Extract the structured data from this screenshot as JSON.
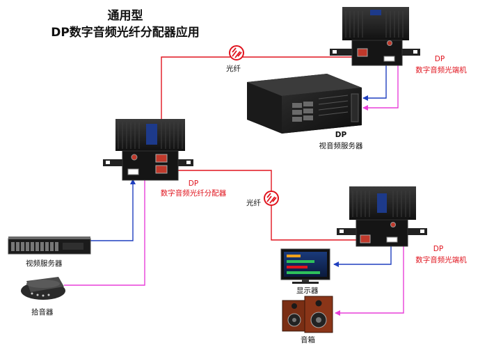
{
  "title": {
    "line1": "通用型",
    "line2": "DP数字音频光纤分配器应用"
  },
  "devices": {
    "distributor": {
      "model": "DP",
      "name": "数字音频光纤分配器"
    },
    "receiver_top": {
      "model": "DP",
      "name": "数字音频光端机"
    },
    "receiver_bottom": {
      "model": "DP",
      "name": "数字音频光端机"
    },
    "av_server": {
      "model": "DP",
      "name": "视音频服务器"
    },
    "video_server": {
      "name": "视频服务器"
    },
    "microphone": {
      "name": "拾音器"
    },
    "display": {
      "name": "显示器"
    },
    "speakers": {
      "name": "音箱"
    }
  },
  "links": {
    "fiber_top": "光纤",
    "fiber_bottom": "光纤"
  },
  "colors": {
    "fiber": "#e0141e",
    "video": "#1f3fbf",
    "audio": "#e83ed8",
    "device_body": "#1c1c1c"
  }
}
